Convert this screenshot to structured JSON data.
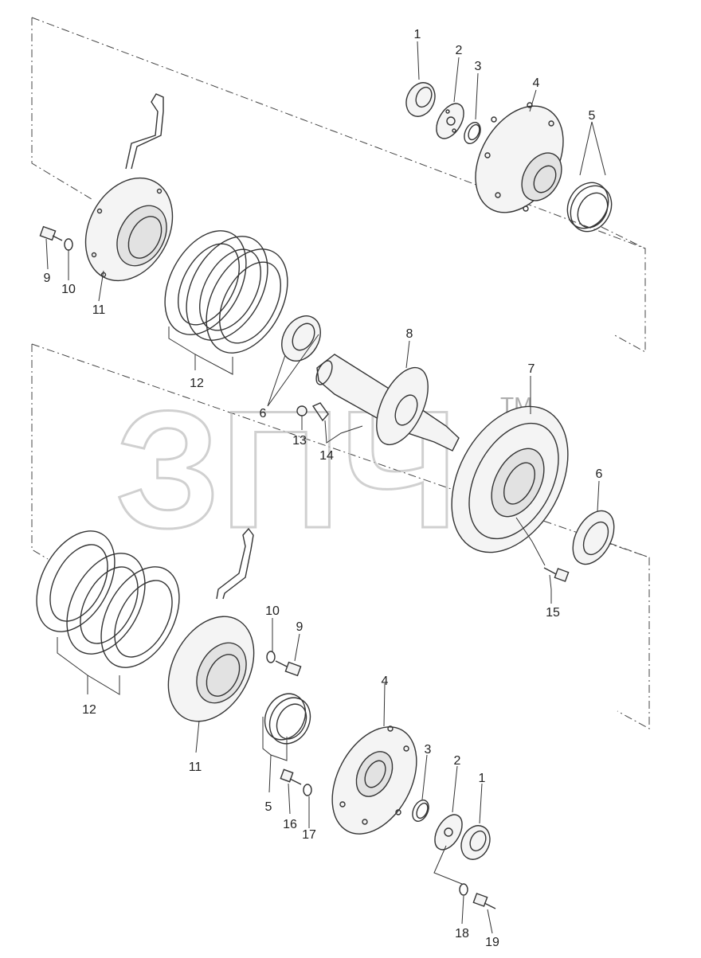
{
  "watermark": {
    "text": "ЗПЧ",
    "mark": "TM"
  },
  "callouts": [
    {
      "id": "c1a",
      "text": "1"
    },
    {
      "id": "c2a",
      "text": "2"
    },
    {
      "id": "c3a",
      "text": "3"
    },
    {
      "id": "c4a",
      "text": "4"
    },
    {
      "id": "c5a",
      "text": "5"
    },
    {
      "id": "c9a",
      "text": "9"
    },
    {
      "id": "c10a",
      "text": "10"
    },
    {
      "id": "c11a",
      "text": "11"
    },
    {
      "id": "c12a",
      "text": "12"
    },
    {
      "id": "c6a",
      "text": "6"
    },
    {
      "id": "c8",
      "text": "8"
    },
    {
      "id": "c7",
      "text": "7"
    },
    {
      "id": "c6b",
      "text": "6"
    },
    {
      "id": "c13",
      "text": "13"
    },
    {
      "id": "c14",
      "text": "14"
    },
    {
      "id": "c15",
      "text": "15"
    },
    {
      "id": "c10b",
      "text": "10"
    },
    {
      "id": "c9b",
      "text": "9"
    },
    {
      "id": "c12b",
      "text": "12"
    },
    {
      "id": "c11b",
      "text": "11"
    },
    {
      "id": "c4b",
      "text": "4"
    },
    {
      "id": "c3b",
      "text": "3"
    },
    {
      "id": "c2b",
      "text": "2"
    },
    {
      "id": "c1b",
      "text": "1"
    },
    {
      "id": "c5b",
      "text": "5"
    },
    {
      "id": "c16",
      "text": "16"
    },
    {
      "id": "c17",
      "text": "17"
    },
    {
      "id": "c18",
      "text": "18"
    },
    {
      "id": "c19",
      "text": "19"
    }
  ]
}
